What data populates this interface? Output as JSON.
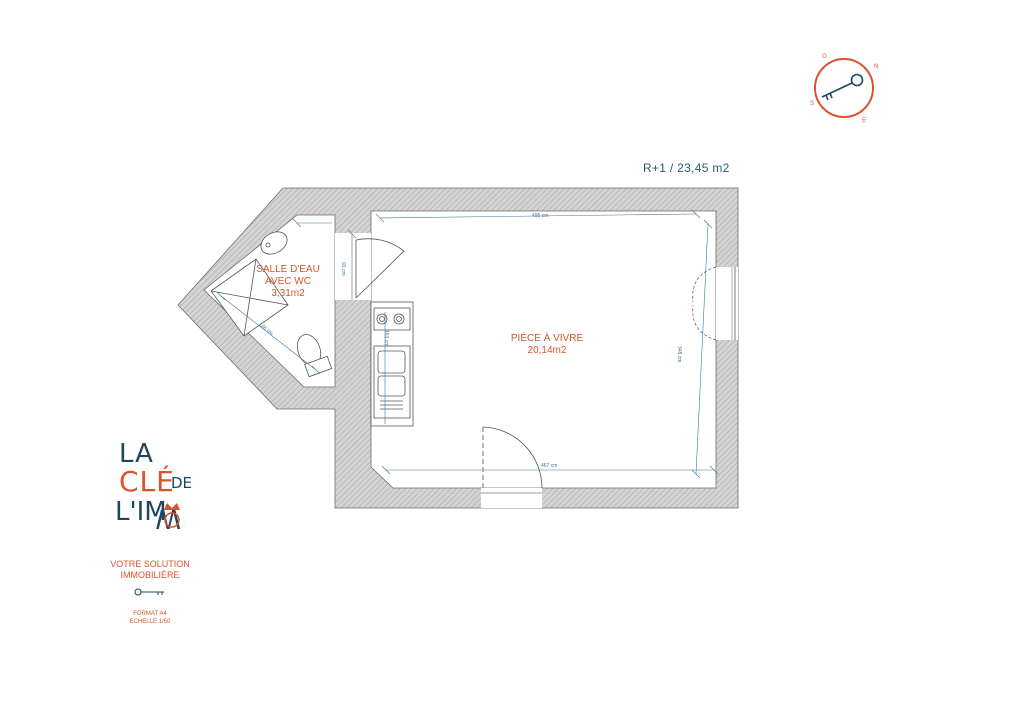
{
  "header": {
    "floor_area": "R+1 / 23,45 m2"
  },
  "rooms": [
    {
      "name": "SALLE D'EAU",
      "line2": "AVEC WC",
      "area": "3,31m2"
    },
    {
      "name": "PIÈCE À VIVRE",
      "area": "20,14m2"
    }
  ],
  "dimensions": {
    "top_width": "495 cm",
    "bottom_width": "467 cm",
    "right_height": "348 cm",
    "bath_short": "93 cm",
    "bath_diag": "186 cm",
    "kitchen": "163 cm"
  },
  "compass": {
    "north": "N",
    "east": "E",
    "south": "S",
    "west": "O"
  },
  "brand": {
    "logo_text": "LA CLÉ DE L'IMMO",
    "tagline_line1": "VOTRE SOLUTION",
    "tagline_line2": "IMMOBILIÈRE"
  },
  "format": {
    "paper": "FORMAT A4",
    "scale": "ECHELLE 1/50"
  },
  "colors": {
    "accent": "#d9532b",
    "wall": "#9e9e9e",
    "dimension": "#3a7a9a",
    "header": "#2e5a74"
  }
}
